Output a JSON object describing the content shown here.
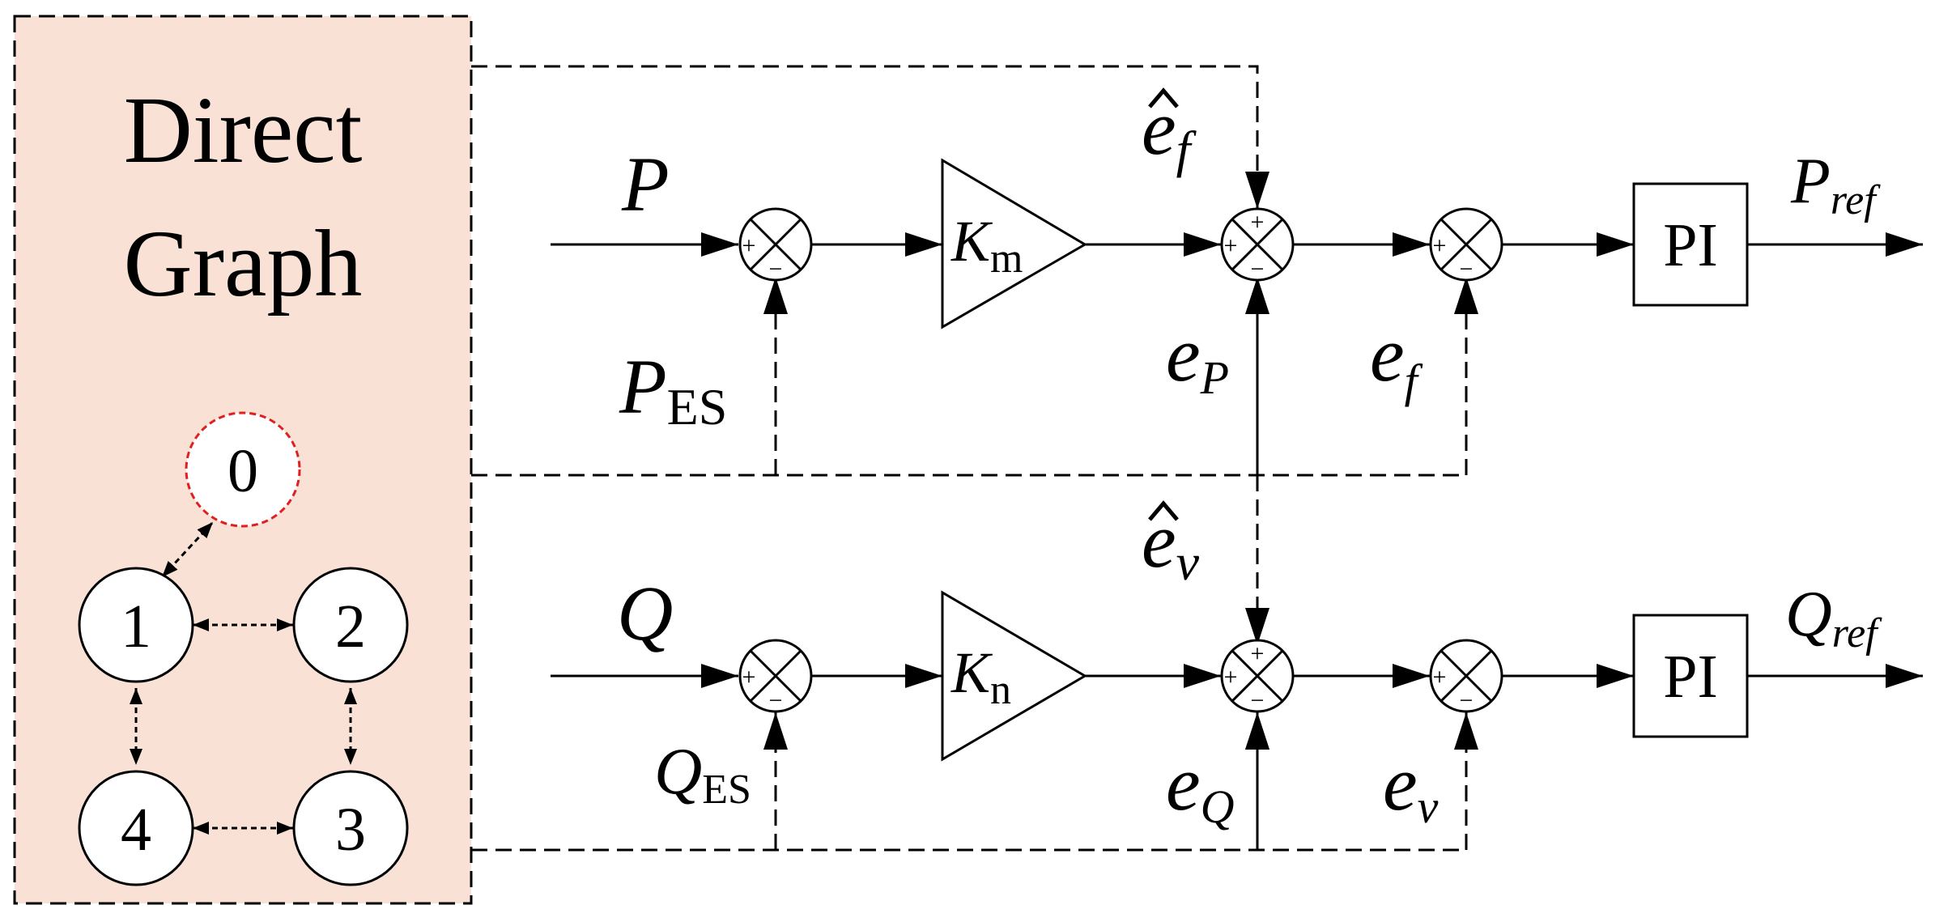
{
  "graph_panel": {
    "title_line1": "Direct",
    "title_line2": "Graph",
    "fill_color": "#f9e2d5",
    "nodes": [
      {
        "id": "0",
        "label": "0",
        "style": "dashed",
        "color": "#e02020"
      },
      {
        "id": "1",
        "label": "1",
        "style": "solid"
      },
      {
        "id": "2",
        "label": "2",
        "style": "solid"
      },
      {
        "id": "3",
        "label": "3",
        "style": "solid"
      },
      {
        "id": "4",
        "label": "4",
        "style": "solid"
      }
    ],
    "edges": [
      {
        "from": "0",
        "to": "1",
        "bidirectional": true
      },
      {
        "from": "1",
        "to": "2",
        "bidirectional": true
      },
      {
        "from": "1",
        "to": "4",
        "bidirectional": true
      },
      {
        "from": "2",
        "to": "3",
        "bidirectional": true
      },
      {
        "from": "4",
        "to": "3",
        "bidirectional": true
      }
    ]
  },
  "top_loop": {
    "input": "P",
    "feedback_main": "P",
    "feedback_sub": "ES",
    "gain_main": "K",
    "gain_sub": "m",
    "estimate_main": "e",
    "estimate_sub": "f",
    "error_main": "e",
    "error_sub": "P",
    "freq_error_main": "e",
    "freq_error_sub": "f",
    "controller": "PI",
    "output_main": "P",
    "output_sub": "ref"
  },
  "bottom_loop": {
    "input": "Q",
    "feedback_main": "Q",
    "feedback_sub": "ES",
    "gain_main": "K",
    "gain_sub": "n",
    "estimate_main": "e",
    "estimate_sub": "v",
    "error_main": "e",
    "error_sub": "Q",
    "volt_error_main": "e",
    "volt_error_sub": "v",
    "controller": "PI",
    "output_main": "Q",
    "output_sub": "ref"
  },
  "signs": {
    "plus": "+",
    "minus": "−"
  }
}
